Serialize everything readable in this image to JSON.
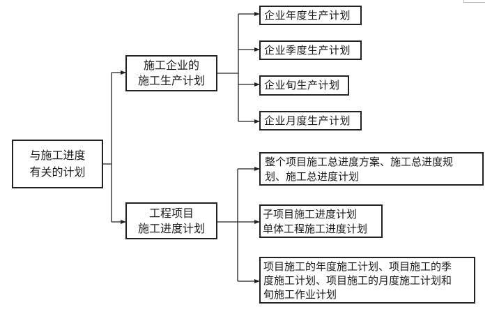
{
  "diagram": {
    "root": {
      "lines": [
        "与施工进度",
        "有关的计划"
      ]
    },
    "branches": [
      {
        "lines": [
          "施工企业的",
          "施工生产计划"
        ],
        "children": [
          {
            "lines": [
              "企业年度生产计划"
            ]
          },
          {
            "lines": [
              "企业季度生产计划"
            ]
          },
          {
            "lines": [
              "企业旬生产计划"
            ]
          },
          {
            "lines": [
              "企业月度生产计划"
            ]
          }
        ]
      },
      {
        "lines": [
          "工程项目",
          "施工进度计划"
        ],
        "children": [
          {
            "lines": [
              "整个项目施工总进度方案、施工总进度规",
              "划、施工总进度计划"
            ]
          },
          {
            "lines": [
              "子项目施工进度计划",
              "单体工程施工进度计划"
            ]
          },
          {
            "lines": [
              "项目施工的年度施工计划、项目施工的季",
              "度施工计划、项目施工的月度施工计划和",
              "旬施工作业计划"
            ]
          }
        ]
      }
    ]
  }
}
